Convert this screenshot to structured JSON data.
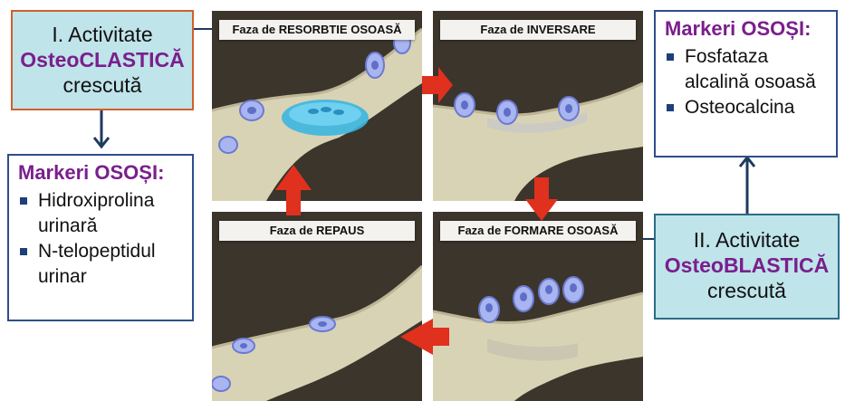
{
  "phases": {
    "resorption": "Faza de RESORBTIE OSOASĂ",
    "inversion": "Faza de INVERSARE",
    "rest": "Faza de REPAUS",
    "formation": "Faza de FORMARE OSOASĂ"
  },
  "osteoclastic_box": {
    "line1": "I. Activitate",
    "line2": "OsteoCLASTICĂ",
    "line3": "crescută"
  },
  "osteoblastic_box": {
    "line1": "II. Activitate",
    "line2": "OsteoBLASTICĂ",
    "line3": "crescută"
  },
  "resorption_markers": {
    "title": "Markeri OSOȘI:",
    "items": [
      "Hidroxiprolina",
      "urinară",
      "N-telopeptidul",
      "urinar"
    ]
  },
  "formation_markers": {
    "title": "Markeri OSOȘI:",
    "items": [
      "Fosfataza",
      "alcalină osoasă",
      "Osteocalcina"
    ]
  },
  "colors": {
    "marker_title": "#7a1f8c",
    "cycle_arrow": "#e0301e",
    "connector": "#1d3a5c",
    "box_fill": "#bfe4ea"
  }
}
